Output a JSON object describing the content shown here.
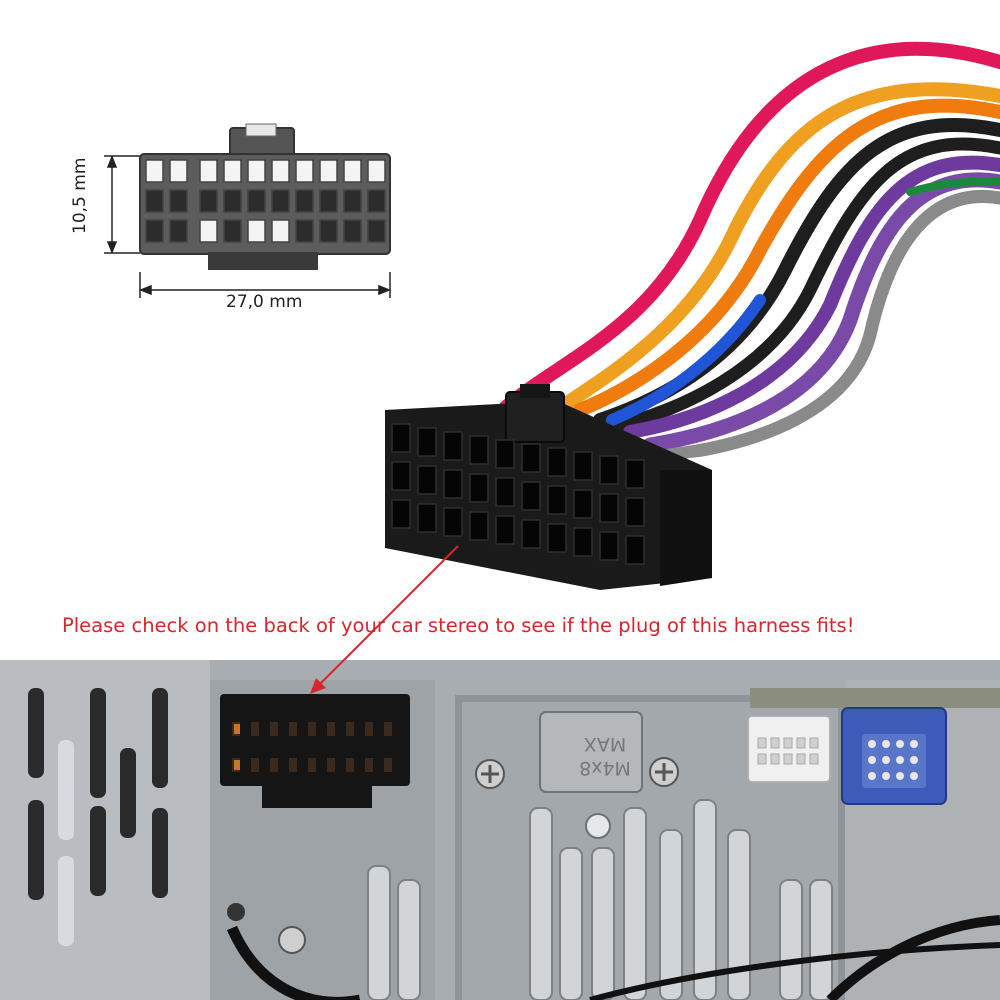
{
  "dimensions": {
    "height_label": "10,5 mm",
    "width_label": "27,0 mm"
  },
  "caption": "Please check on the back of your car stereo to see if the plug of this harness fits!",
  "stereo_marking": "M4x8 MAX",
  "wire_colors": [
    "#e0185a",
    "#f0a020",
    "#f07c10",
    "#1e1e1e",
    "#1f55d6",
    "#6e3a9e",
    "#7a4aa8",
    "#8a8a8a",
    "#ffffff",
    "#1a8a3a"
  ],
  "arrow_color": "#d8262c"
}
